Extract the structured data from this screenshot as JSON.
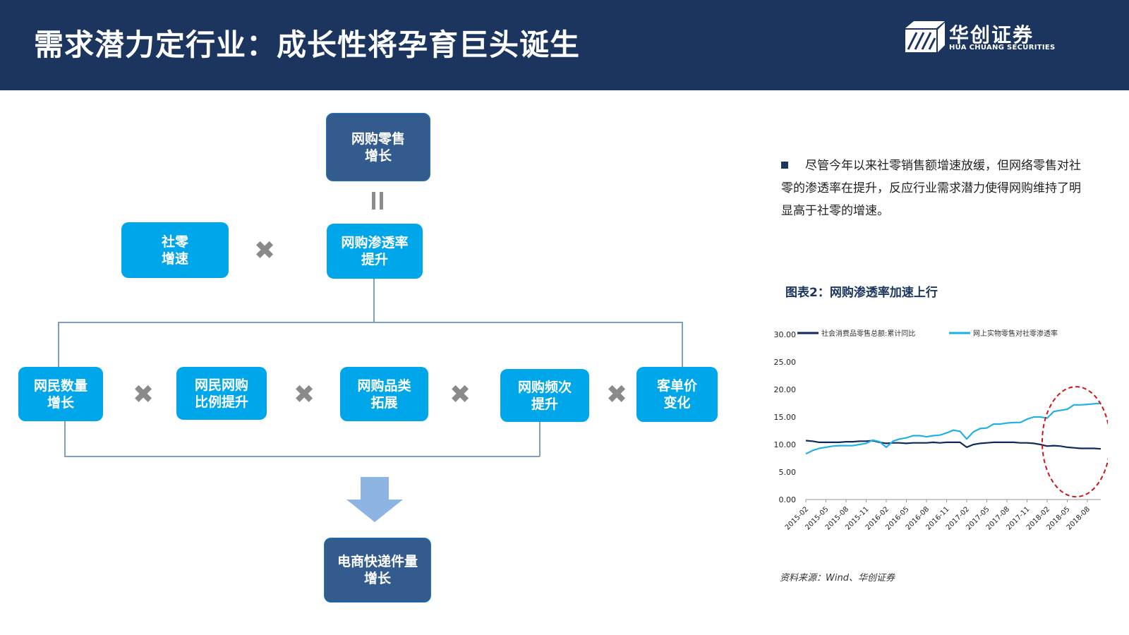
{
  "header": {
    "title": "需求潜力定行业：成长性将孕育巨头诞生",
    "logo_name": "华创证券",
    "logo_en": "HUA CHUANG SECURITIES"
  },
  "flow": {
    "top": [
      "网购零售",
      "增长"
    ],
    "social": [
      "社零",
      "增速"
    ],
    "penetration": [
      "网购渗透率",
      "提升"
    ],
    "factors": [
      [
        "网民数量",
        "增长"
      ],
      [
        "网民网购",
        "比例提升"
      ],
      [
        "网购品类",
        "拓展"
      ],
      [
        "网购频次",
        "提升"
      ],
      [
        "客单价",
        "变化"
      ]
    ],
    "result": [
      "电商快递件量",
      "增长"
    ]
  },
  "text": {
    "paragraph": "尽管今年以来社零销售额增速放缓，但网络零售对社零的渗透率在提升，反应行业需求潜力使得网购维持了明显高于社零的增速。",
    "source": "资料来源：Wind、华创证券"
  },
  "chart_data": {
    "type": "line",
    "title": "图表2：网购渗透率加速上行",
    "xlabel": "",
    "ylabel": "",
    "ylim": [
      0,
      30
    ],
    "yticks": [
      "0.00",
      "5.00",
      "10.00",
      "15.00",
      "20.00",
      "25.00",
      "30.00"
    ],
    "xticks": [
      "2015-02",
      "2015-05",
      "2015-08",
      "2015-11",
      "2016-02",
      "2016-05",
      "2016-08",
      "2016-11",
      "2017-02",
      "2017-05",
      "2017-08",
      "2017-11",
      "2018-02",
      "2018-05",
      "2018-08"
    ],
    "legend_position": "top",
    "grid": false,
    "x": [
      "2015-02",
      "2015-03",
      "2015-04",
      "2015-05",
      "2015-06",
      "2015-07",
      "2015-08",
      "2015-09",
      "2015-10",
      "2015-11",
      "2015-12",
      "2016-01",
      "2016-02",
      "2016-03",
      "2016-04",
      "2016-05",
      "2016-06",
      "2016-07",
      "2016-08",
      "2016-09",
      "2016-10",
      "2016-11",
      "2016-12",
      "2017-01",
      "2017-02",
      "2017-03",
      "2017-04",
      "2017-05",
      "2017-06",
      "2017-07",
      "2017-08",
      "2017-09",
      "2017-10",
      "2017-11",
      "2017-12",
      "2018-01",
      "2018-02",
      "2018-03",
      "2018-04",
      "2018-05",
      "2018-06",
      "2018-07",
      "2018-08",
      "2018-09",
      "2018-10"
    ],
    "series": [
      {
        "name": "社会消费品零售总额:累计同比",
        "color": "#0f2a5c",
        "values": [
          10.7,
          10.6,
          10.4,
          10.4,
          10.4,
          10.4,
          10.5,
          10.5,
          10.6,
          10.6,
          10.7,
          10.4,
          10.2,
          10.3,
          10.3,
          10.2,
          10.3,
          10.3,
          10.3,
          10.4,
          10.3,
          10.4,
          10.4,
          10.4,
          9.5,
          10.0,
          10.2,
          10.3,
          10.4,
          10.4,
          10.4,
          10.4,
          10.3,
          10.3,
          10.2,
          10.0,
          9.7,
          9.8,
          9.7,
          9.5,
          9.4,
          9.3,
          9.3,
          9.3,
          9.2
        ]
      },
      {
        "name": "网上实物零售对社零渗透率",
        "color": "#21b0e6",
        "values": [
          8.3,
          8.9,
          9.3,
          9.5,
          9.7,
          9.8,
          9.8,
          9.8,
          10.0,
          10.2,
          10.8,
          10.5,
          9.5,
          10.6,
          11.0,
          11.2,
          11.6,
          11.6,
          11.4,
          11.6,
          11.7,
          12.1,
          12.6,
          12.4,
          11.0,
          12.3,
          12.9,
          13.0,
          13.7,
          13.7,
          13.9,
          14.0,
          14.0,
          14.6,
          15.0,
          15.0,
          14.8,
          16.0,
          16.2,
          16.4,
          17.2,
          17.2,
          17.3,
          17.4,
          17.5
        ]
      }
    ],
    "annotation": "red dashed ellipse highlighting 2018-02 to 2018-10"
  }
}
